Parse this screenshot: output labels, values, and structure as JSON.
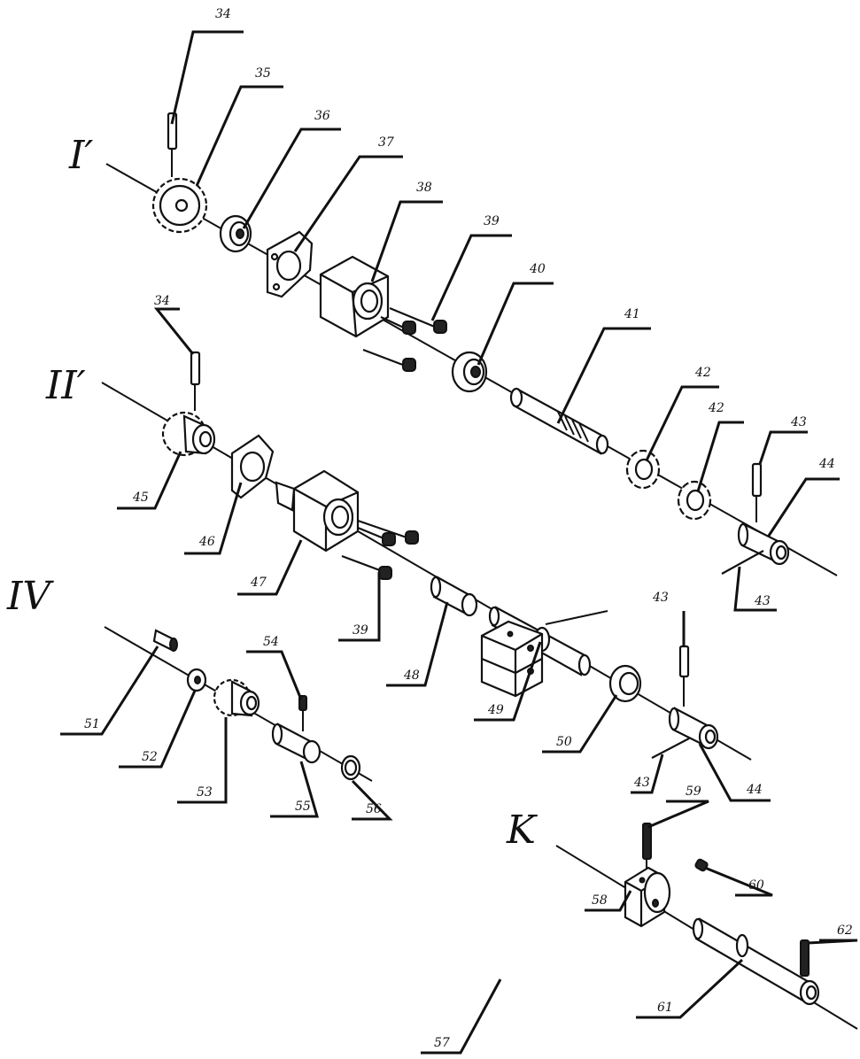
{
  "assemblies": [
    {
      "id": "I",
      "label": "I′"
    },
    {
      "id": "II",
      "label": "II′"
    },
    {
      "id": "IV",
      "label": "IV"
    },
    {
      "id": "K",
      "label": "K"
    }
  ],
  "callouts": [
    {
      "id": "c34a",
      "text": "34"
    },
    {
      "id": "c35",
      "text": "35"
    },
    {
      "id": "c36",
      "text": "36"
    },
    {
      "id": "c37",
      "text": "37"
    },
    {
      "id": "c38",
      "text": "38"
    },
    {
      "id": "c39a",
      "text": "39"
    },
    {
      "id": "c40",
      "text": "40"
    },
    {
      "id": "c41",
      "text": "41"
    },
    {
      "id": "c42a",
      "text": "42"
    },
    {
      "id": "c42b",
      "text": "42"
    },
    {
      "id": "c43a",
      "text": "43"
    },
    {
      "id": "c44a",
      "text": "44"
    },
    {
      "id": "c43b",
      "text": "43"
    },
    {
      "id": "c34b",
      "text": "34"
    },
    {
      "id": "c45",
      "text": "45"
    },
    {
      "id": "c46",
      "text": "46"
    },
    {
      "id": "c47",
      "text": "47"
    },
    {
      "id": "c39b",
      "text": "39"
    },
    {
      "id": "c48",
      "text": "48"
    },
    {
      "id": "c49",
      "text": "49"
    },
    {
      "id": "c50",
      "text": "50"
    },
    {
      "id": "c43c",
      "text": "43"
    },
    {
      "id": "c43d",
      "text": "43"
    },
    {
      "id": "c44b",
      "text": "44"
    },
    {
      "id": "c51",
      "text": "51"
    },
    {
      "id": "c52",
      "text": "52"
    },
    {
      "id": "c53",
      "text": "53"
    },
    {
      "id": "c54",
      "text": "54"
    },
    {
      "id": "c55",
      "text": "55"
    },
    {
      "id": "c56",
      "text": "56"
    },
    {
      "id": "c59",
      "text": "59"
    },
    {
      "id": "c60",
      "text": "60"
    },
    {
      "id": "c62",
      "text": "62"
    },
    {
      "id": "c58",
      "text": "58"
    },
    {
      "id": "c57",
      "text": "57"
    },
    {
      "id": "c61",
      "text": "61"
    }
  ]
}
